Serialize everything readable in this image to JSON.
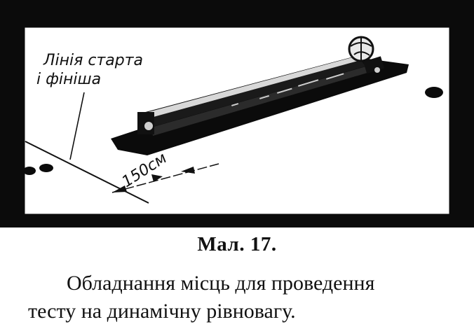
{
  "figure": {
    "annotation_line1": "Лінія старта",
    "annotation_line2": "і фініша",
    "distance_label": "150см"
  },
  "caption": {
    "figure_number": "Мал. 17.",
    "description_line1": "Обладнання місць для проведення",
    "description_line2": "тесту на динамічну рівновагу."
  }
}
